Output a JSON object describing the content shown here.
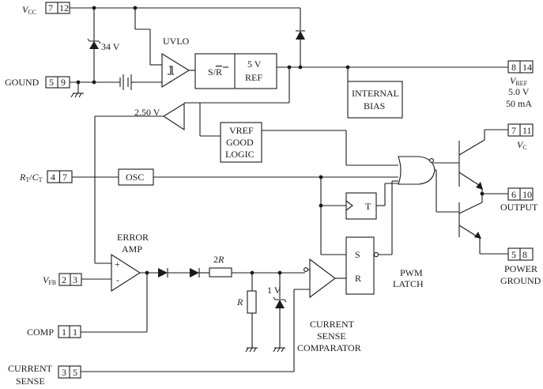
{
  "pins": {
    "vcc": {
      "name_main": "V",
      "name_sub": "CC",
      "a": "7",
      "b": "12"
    },
    "gound": {
      "name": "GOUND",
      "a": "5",
      "b": "9"
    },
    "rtct": {
      "name_r": "R",
      "name_r_sub": "T",
      "name_slash": "/",
      "name_c": "C",
      "name_c_sub": "T",
      "a": "4",
      "b": "7"
    },
    "vfb": {
      "name_main": "V",
      "name_sub": "FB",
      "a": "2",
      "b": "3"
    },
    "comp": {
      "name": "COMP",
      "a": "1",
      "b": "1"
    },
    "cs": {
      "name_l1": "CURRENT",
      "name_l2": "SENSE",
      "a": "3",
      "b": "5"
    },
    "vref": {
      "a": "8",
      "b": "14",
      "name_main": "V",
      "name_sub": "REF",
      "value1": "5.0 V",
      "value2": "50 mA"
    },
    "vc": {
      "a": "7",
      "b": "11",
      "name_main": "V",
      "name_sub": "C"
    },
    "out": {
      "a": "6",
      "b": "10",
      "name": "OUTPUT"
    },
    "pgnd": {
      "a": "5",
      "b": "8",
      "name_l1": "POWER",
      "name_l2": "GROUND"
    }
  },
  "blocks": {
    "uvlo": "UVLO",
    "sr": {
      "s": "S/",
      "r": "R"
    },
    "ref": {
      "l1": "5 V",
      "l2": "REF"
    },
    "bias": {
      "l1": "INTERNAL",
      "l2": "BIAS"
    },
    "vref_good": {
      "l1": "VREF",
      "l2": "GOOD",
      "l3": "LOGIC"
    },
    "osc": "OSC",
    "tff": "T",
    "latch": {
      "s": "S",
      "r": "R",
      "l1": "PWM",
      "l2": "LATCH"
    }
  },
  "labels": {
    "zener": "34 V",
    "ref_buf": "2.50 V",
    "err_l1": "ERROR",
    "err_l2": "AMP",
    "plus": "+",
    "minus": "-",
    "two_r_main": "2",
    "two_r_it": "R",
    "r": "R",
    "one_v": "1 V",
    "csc_l1": "CURRENT",
    "csc_l2": "SENSE",
    "csc_l3": "COMPARATOR"
  }
}
